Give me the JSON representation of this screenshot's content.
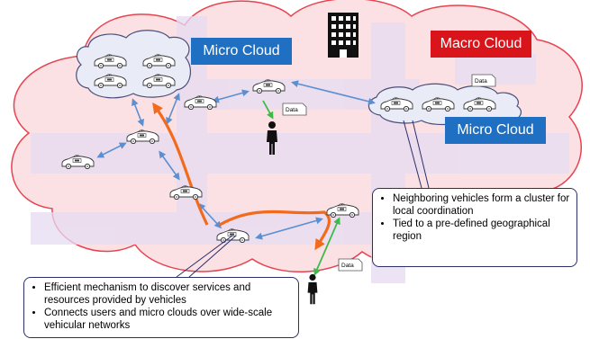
{
  "labels": {
    "micro_cloud_top": "Micro Cloud",
    "micro_cloud_right": "Micro Cloud",
    "macro_cloud": "Macro Cloud"
  },
  "data_tags": [
    "Data",
    "Data",
    "Data"
  ],
  "callouts": {
    "right": [
      "Neighboring vehicles form a cluster for local coordination",
      "Tied to a pre-defined geographical region"
    ],
    "bottom": [
      "Efficient mechanism to discover services and resources provided by vehicles",
      "Connects users and micro clouds over wide-scale vehicular networks"
    ]
  },
  "colors": {
    "macro_cloud_fill": "#fbe1e3",
    "macro_cloud_stroke": "#e8424f",
    "road_fill": "#e6dcf2",
    "micro_cloud_fill": "#e9ebf6",
    "micro_label_bg": "#1f6fc2",
    "macro_label_bg": "#d9141a",
    "link_arrow": "#5b8fd0",
    "route_arrow": "#f26b1d",
    "user_link": "#3dbb4a"
  },
  "icons": [
    "car-icon",
    "building-icon",
    "person-icon",
    "data-tag-icon",
    "wireless-icon"
  ]
}
